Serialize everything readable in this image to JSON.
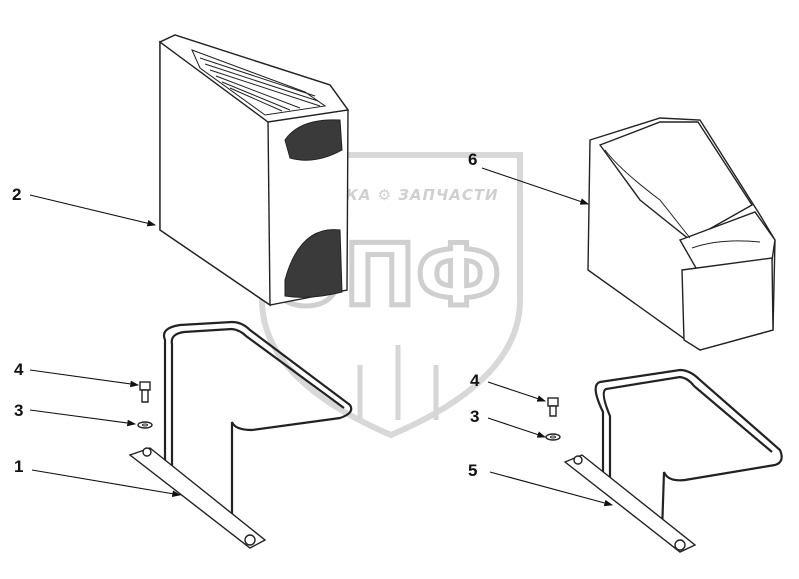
{
  "watermark": {
    "top_text": "ТЕХНИКА ⚙ ЗАПЧАСТИ",
    "main_text": "ЭПФ"
  },
  "callouts": [
    {
      "id": "c1",
      "label": "1"
    },
    {
      "id": "c2",
      "label": "2"
    },
    {
      "id": "c3a",
      "label": "3"
    },
    {
      "id": "c4a",
      "label": "4"
    },
    {
      "id": "c3b",
      "label": "3"
    },
    {
      "id": "c4b",
      "label": "4"
    },
    {
      "id": "c5",
      "label": "5"
    },
    {
      "id": "c6",
      "label": "6"
    }
  ]
}
